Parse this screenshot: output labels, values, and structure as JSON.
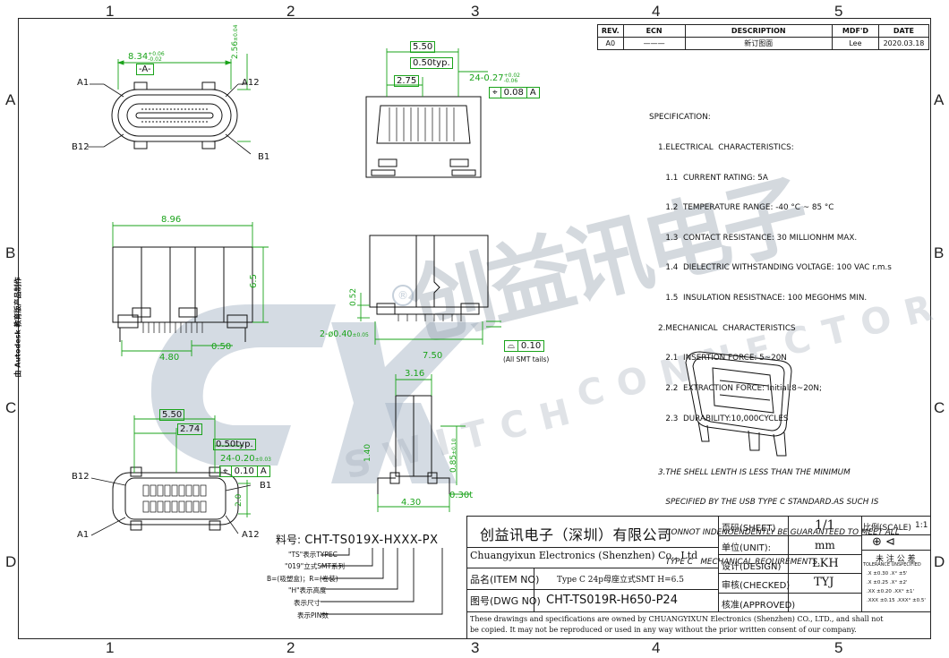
{
  "zones": {
    "top": [
      "1",
      "2",
      "3",
      "4",
      "5"
    ],
    "side": [
      "A",
      "B",
      "C",
      "D"
    ]
  },
  "left_margin_text": "由 Autodesk 教育版产品制作",
  "revision": {
    "headers": [
      "REV.",
      "ECN",
      "DESCRIPTION",
      "MDF'D",
      "DATE"
    ],
    "row": {
      "rev": "A0",
      "ecn": "———",
      "description": "新订图面",
      "mdfd": "Lee",
      "date": "2020.03.18"
    }
  },
  "specification": {
    "title": "SPECIFICATION:",
    "lines": [
      "1.ELECTRICAL  CHARACTERISTICS:",
      "   1.1  CURRENT RATING: 5A",
      "   1.2  TEMPERATURE RANGE: -40 °C ~ 85 °C",
      "   1.3  CONTACT RESISTANCE: 30 MILLIONHM MAX.",
      "   1.4  DIELECTRIC WITHSTANDING VOLTAGE: 100 VAC r.m.s",
      "   1.5  INSULATION RESISTNACE: 100 MEGOHMS MIN.",
      "2.MECHANICAL  CHARACTERISTICS",
      "   2.1  INSERTION FORCE: 5~20N",
      "   2.2  EXTRACTION FORCE: Initial:8~20N;",
      "   2.3  DURABILITY:10,000CYCLES"
    ],
    "note3": [
      "3.THE SHELL LENTH IS LESS THAN THE MINIMUM",
      "   SPECIFIED BY THE USB TYPE C STANDARD.AS SUCH IS",
      "   CONNOT INDENOENDENTLY BE GUARANTEED TO MEET ALL",
      "   TYPE C   MECHANICAL REQUIREMENTS."
    ]
  },
  "dimensions": {
    "top_view": {
      "width": "8.34",
      "width_tol": "+0.06\n-0.02",
      "datum": "-A-",
      "height": "2.56",
      "height_tol": "±0.04",
      "labels": [
        "A1",
        "A12",
        "B12",
        "B1"
      ]
    },
    "side_view": {
      "d1": "5.50",
      "d2": "0.50typ.",
      "d3": "2.75",
      "d4": "24-0.27",
      "d4_tol": "+0.02\n-0.06",
      "gdt": "0.08",
      "datum": "A"
    },
    "front_view": {
      "width": "8.96",
      "height": "6.5",
      "pitch": "0.50",
      "span": "4.80"
    },
    "side_view2": {
      "hole": "2-ø0.40",
      "hole_tol": "±0.05",
      "h1": "0.52",
      "w": "7.50",
      "flat": "0.10",
      "flat_note": "(All SMT tails)"
    },
    "bottom_view": {
      "d1": "5.50",
      "d2": "2.74",
      "d3": "0.50typ.",
      "d4": "24-0.20",
      "d4_tol": "±0.03",
      "gdt": "0.10",
      "datum": "A",
      "h": "2.0",
      "labels": [
        "B12",
        "B1",
        "A1",
        "A12"
      ]
    },
    "tail_view": {
      "d1": "3.16",
      "d2": "1.40",
      "d3": "0.85",
      "d3_tol": "±0.10",
      "d4": "4.30",
      "d5": "0.30t"
    }
  },
  "part_number": {
    "label": "料号:",
    "code": "CHT-TS019X-HXXX-PX",
    "notes": [
      "\"TS\"表示TYPEC",
      "\"019\"立式SMT系列",
      "B=(吸塑盒)；R=(卷装)",
      "\"H\"表示高度",
      "表示尺寸",
      "表示PIN数"
    ]
  },
  "title_block": {
    "company_cn": "创益讯电子（深圳）有限公司",
    "company_en": "Chuangyixun Electronics (Shenzhen) Co., Ltd",
    "item_no_label": "品名(ITEM NO)",
    "item_no": "Type C 24p母座立式SMT H=6.5",
    "dwg_no_label": "图号(DWG NO)",
    "dwg_no": "CHT-TS019R-H650-P24",
    "sheet_label": "页码(SHEET)",
    "sheet": "1/1",
    "unit_label": "单位(UNIT):",
    "unit": "mm",
    "design_label": "设计(DESIGN)",
    "design": "LKH",
    "checked_label": "审核(CHECKED)",
    "checked": "TYJ",
    "approved_label": "核准(APPROVED)",
    "approved": "",
    "scale_label": "比例(SCALE)",
    "scale": "1:1",
    "tol_title": "未 注 公 差",
    "tol_sub": "TOLERANCE UNSPECIFIED",
    "tolerances": [
      [
        ".X",
        "±0.30",
        ".X°",
        "±5'"
      ],
      [
        ".X",
        "±0.25",
        ".X°",
        "±2'"
      ],
      [
        ".XX",
        "±0.20",
        ".XX°",
        "±1'"
      ],
      [
        ".XXX",
        "±0.15",
        ".XXX°",
        "±0.5'"
      ]
    ],
    "disclaimer": "These drawings and specifications are owned by CHUANGYIXUN Electronics (Shenzhen) CO., LTD., and shall not\nbe copied. It may not be reproduced or used in any way without the prior written consent of our company."
  },
  "watermark": {
    "logo": "CYX",
    "cn": "创益讯电子",
    "en1": "CONNECTOR",
    "en2": "SWITCH"
  }
}
